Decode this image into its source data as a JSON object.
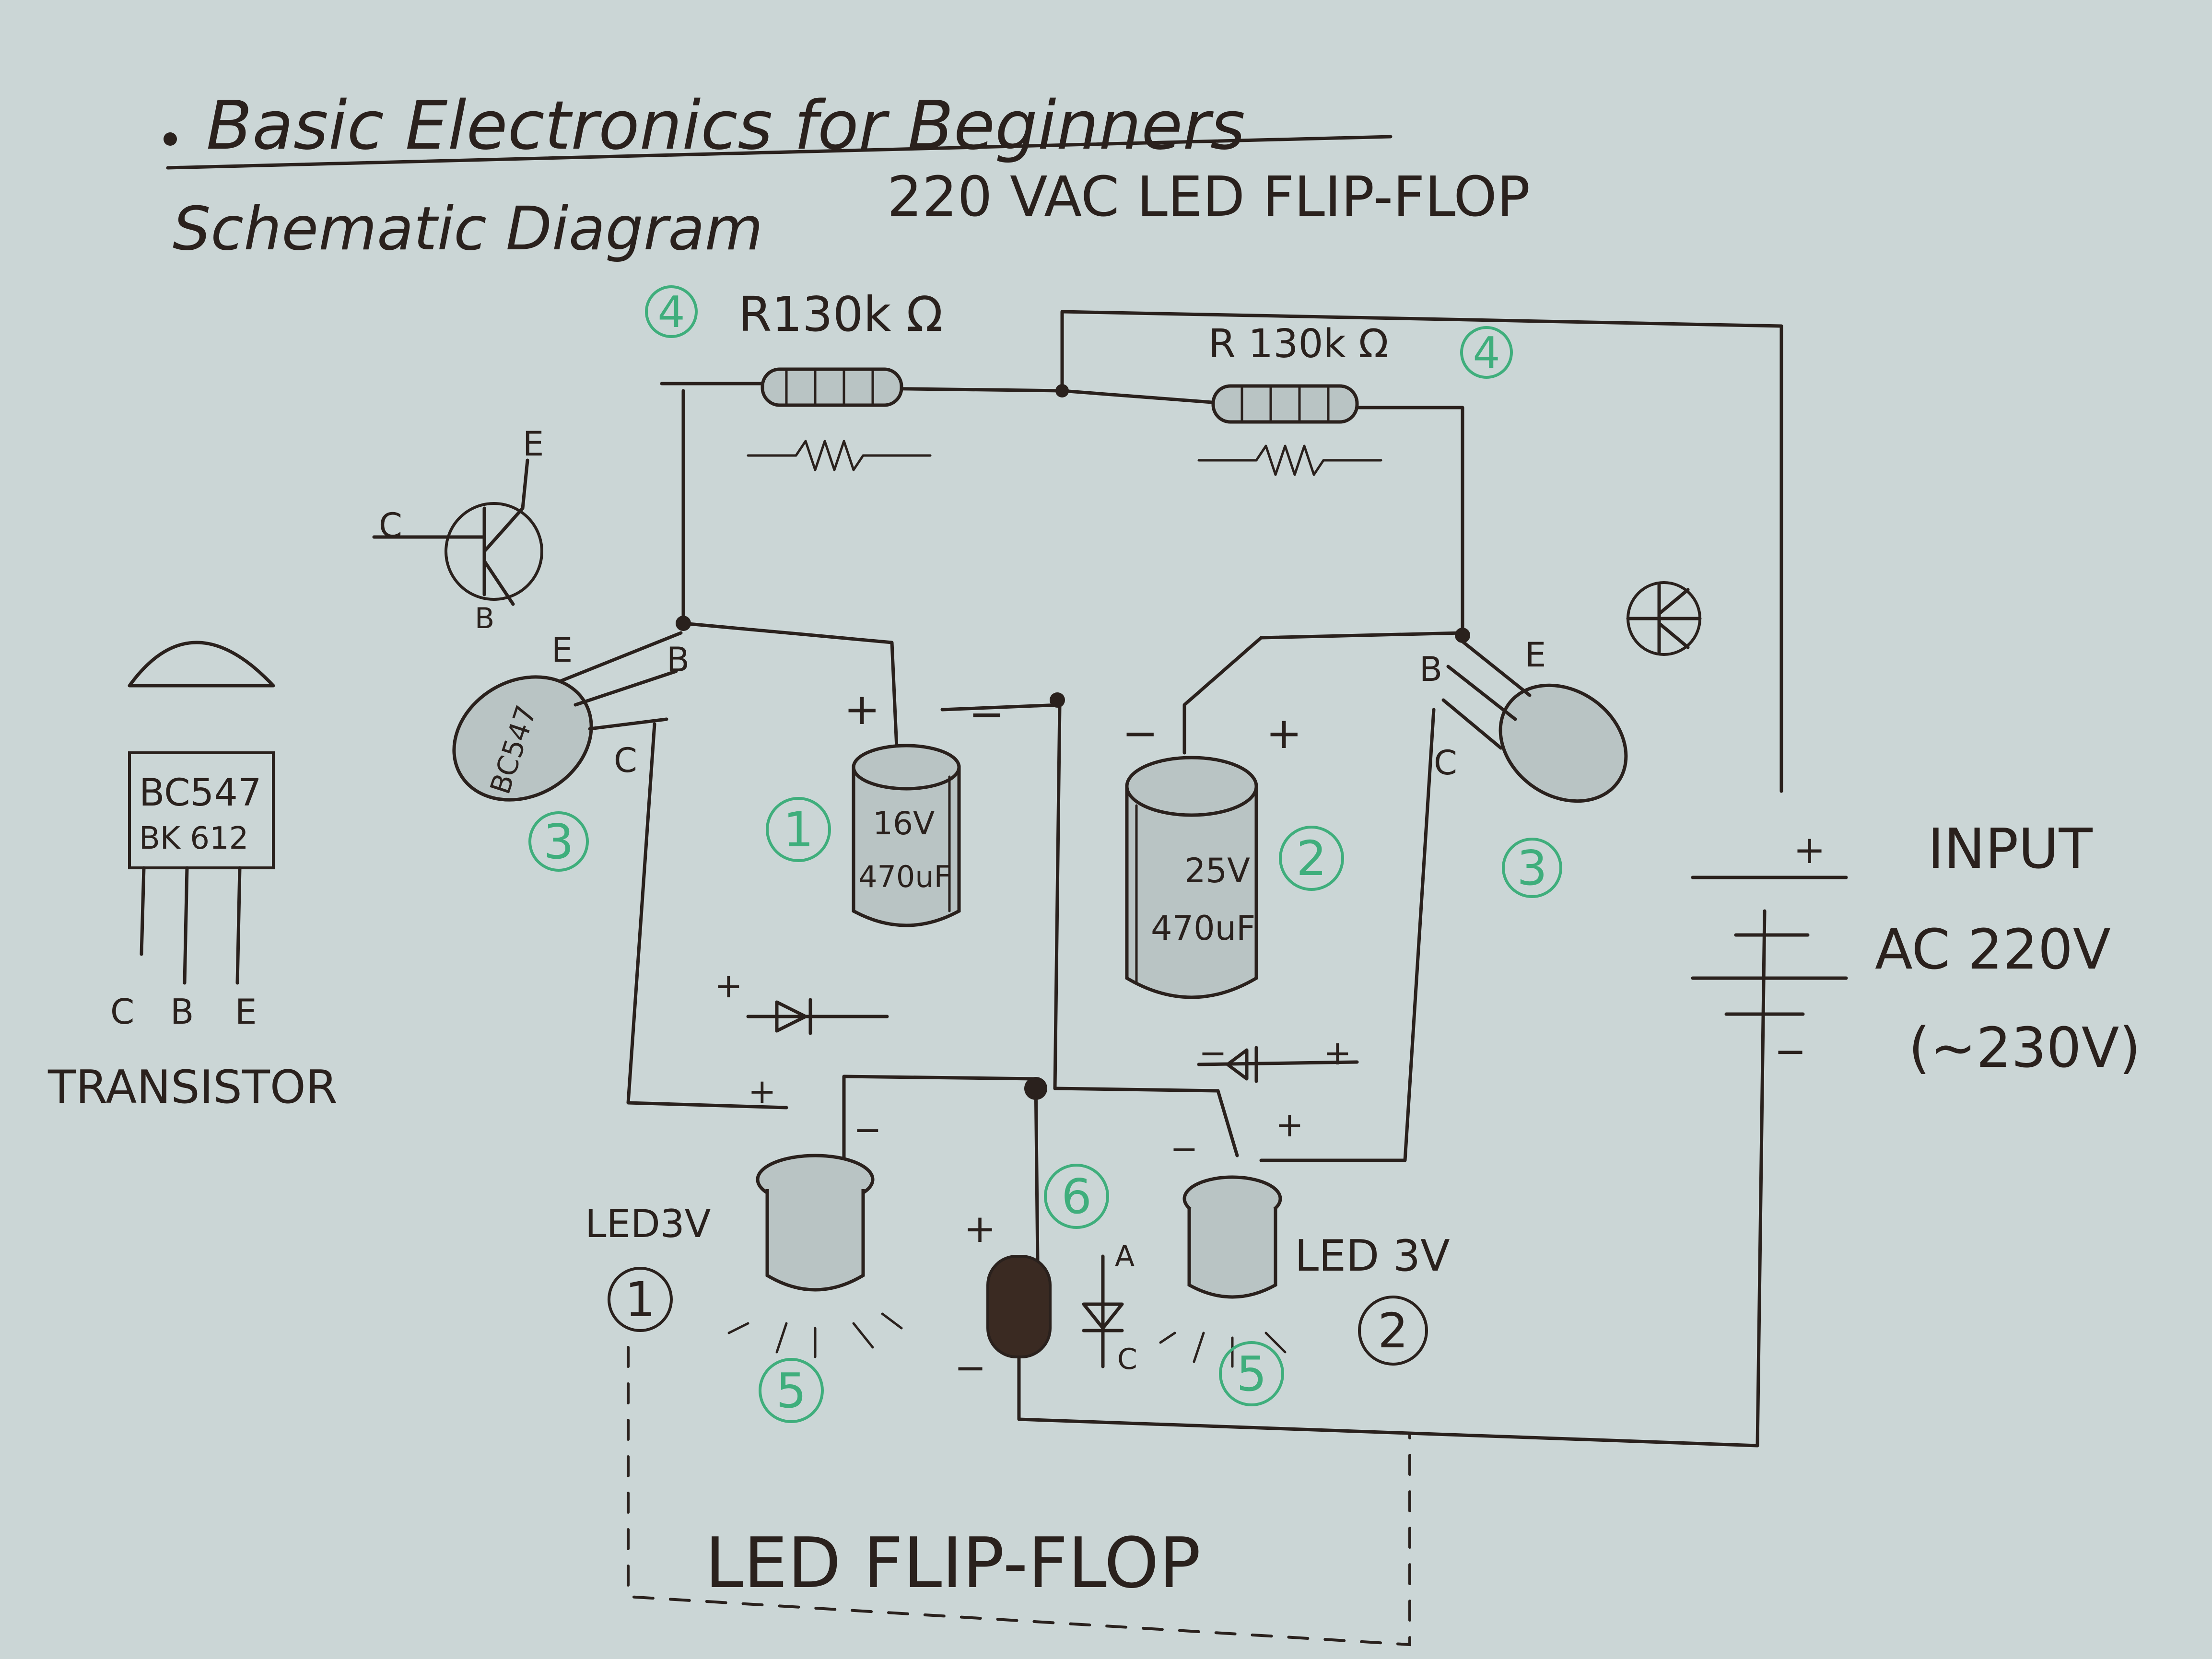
{
  "title": "Basic Electronics for Beginners",
  "subtitle": "Schematic Diagram",
  "subtitle_tail": "220 VAC LED FLIP-FLOP",
  "resistors": [
    {
      "label": "R130k Ω",
      "marker": "4"
    },
    {
      "label": "R 130k Ω",
      "marker": "4"
    }
  ],
  "capacitors": [
    {
      "voltage": "16V",
      "capacitance": "470uF",
      "marker": "1"
    },
    {
      "voltage": "25V",
      "capacitance": "470uF",
      "marker": "2"
    }
  ],
  "transistor_symbol": {
    "c": "C",
    "e": "E",
    "b": "B"
  },
  "transistor_pinout": {
    "part_line1": "BC547",
    "part_line2": "BK 612",
    "pins": [
      "C",
      "B",
      "E"
    ],
    "caption": "TRANSISTOR"
  },
  "transistors": [
    {
      "b": "B",
      "e": "E",
      "c": "C",
      "marker": "3",
      "body_text": "BC547"
    },
    {
      "b": "B",
      "e": "E",
      "c": "C",
      "marker": "3"
    }
  ],
  "leds": [
    {
      "label": "LED3V",
      "number": "1",
      "marker": "5"
    },
    {
      "label": "LED 3V",
      "number": "2",
      "marker": "5"
    }
  ],
  "diode": {
    "anode": "A",
    "cathode": "C",
    "marker": "6"
  },
  "input": {
    "line1": "INPUT",
    "line2": "AC 220V",
    "line3": "(~230V)"
  },
  "polarity": {
    "plus": "+",
    "minus": "−"
  },
  "footer": "LED FLIP-FLOP",
  "colors": {
    "paper": "#cbd6d6",
    "ink": "#2a211d",
    "marker_green": "#3fae7c"
  }
}
